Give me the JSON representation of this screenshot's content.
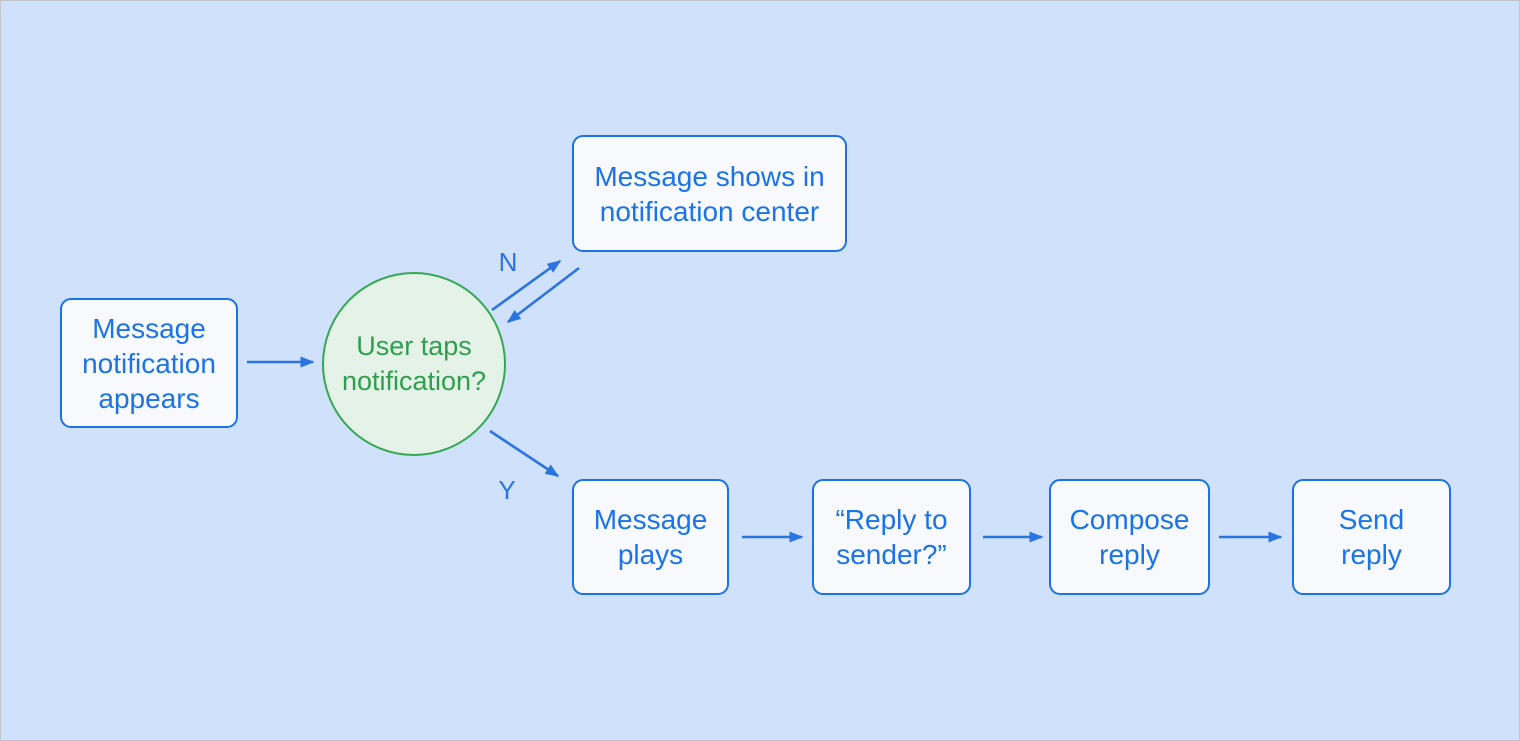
{
  "canvas": {
    "background_color": "#d0e2fb",
    "accent_blue": "#1a73e8",
    "accent_green": "#34a853"
  },
  "nodes": {
    "message_notification_appears": {
      "label": "Message\nnotification\nappears"
    },
    "user_taps_notification": {
      "label": "User taps\nnotification?"
    },
    "message_shows_in_notification_center": {
      "label": "Message shows in\nnotification center"
    },
    "message_plays": {
      "label": "Message\nplays"
    },
    "reply_to_sender": {
      "label": "“Reply to\nsender?”"
    },
    "compose_reply": {
      "label": "Compose\nreply"
    },
    "send_reply": {
      "label": "Send\nreply"
    }
  },
  "edge_labels": {
    "no": "N",
    "yes": "Y"
  }
}
